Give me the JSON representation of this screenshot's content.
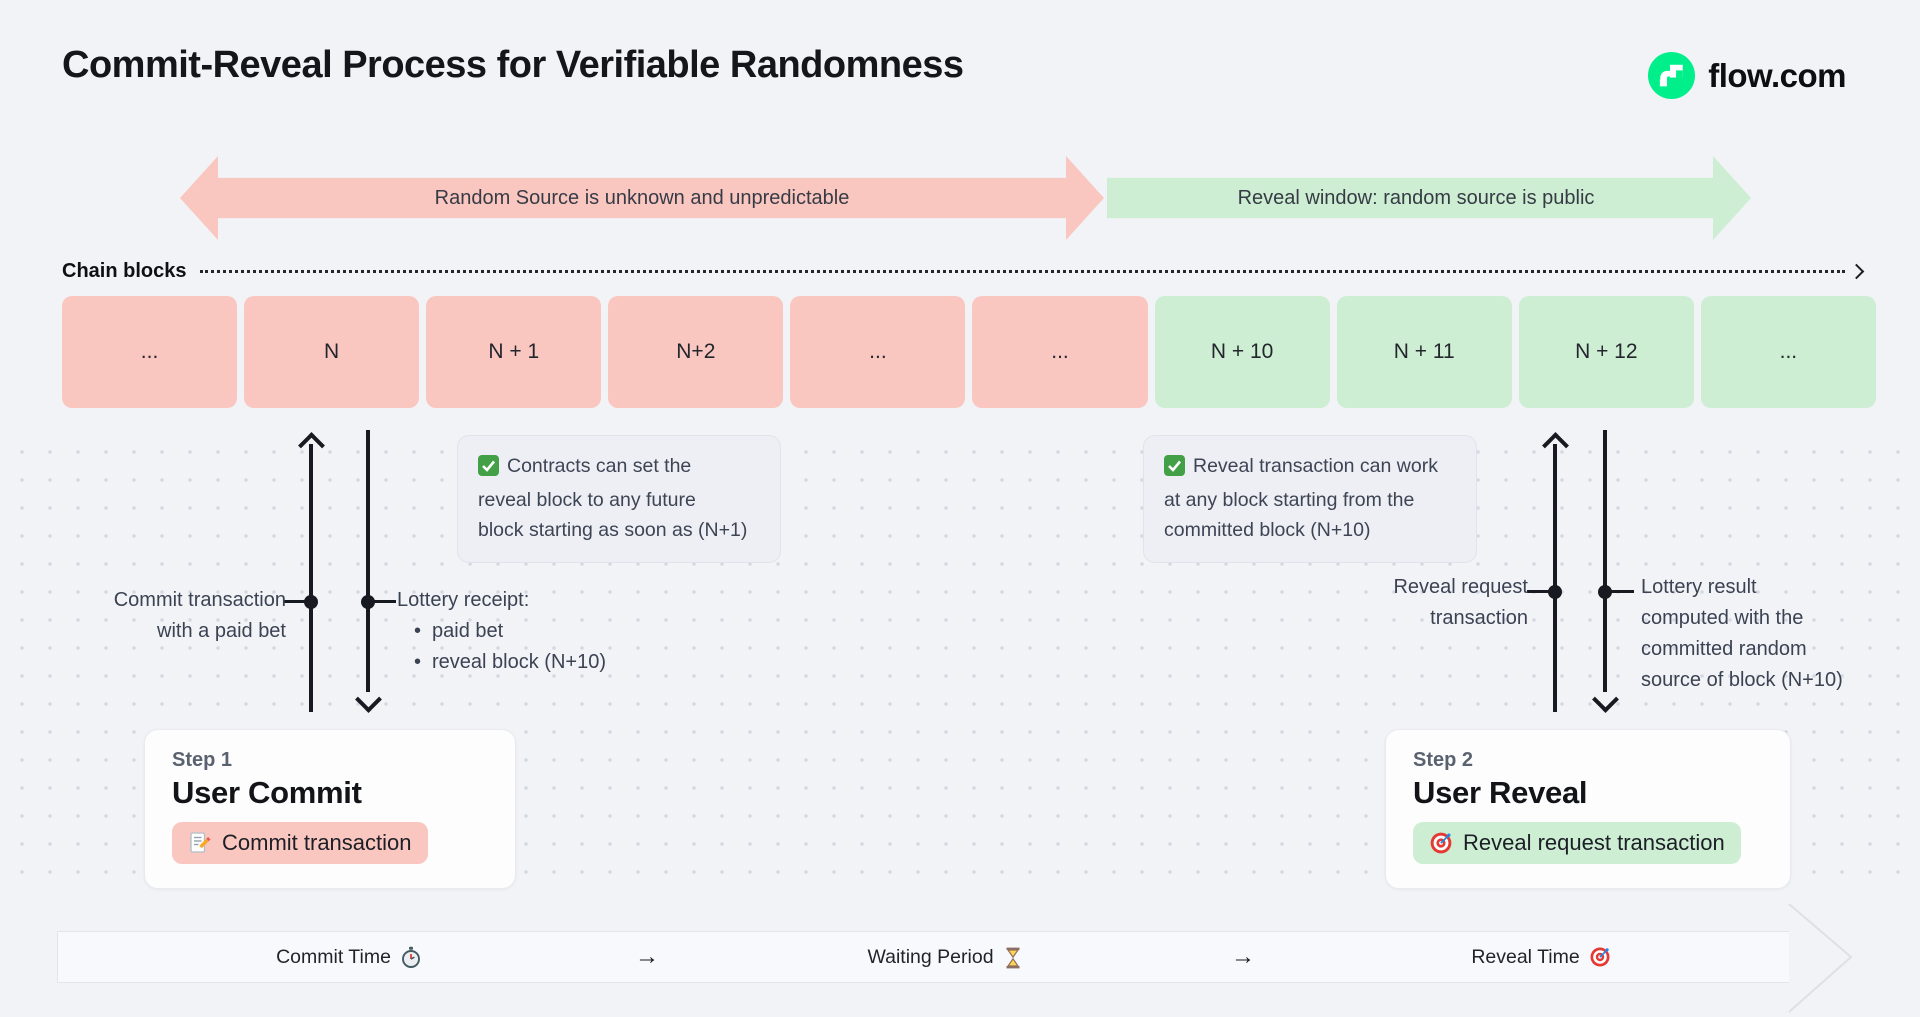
{
  "page": {
    "title": "Commit-Reveal Process for Verifiable Randomness"
  },
  "brand": {
    "name": "flow.com",
    "logo_icon": "flow-logo-icon"
  },
  "colors": {
    "commit_pink": "#fac7c0",
    "reveal_green": "#cdeed3",
    "brand_green": "#00ef8b",
    "ink": "#171a20",
    "slate": "#3b4252"
  },
  "phase_arrows": {
    "unknown": {
      "label": "Random Source is unknown and unpredictable",
      "color": "#fac7c0",
      "direction": "double"
    },
    "reveal": {
      "label": "Reveal window: random source is public",
      "color": "#cdeed3",
      "direction": "right"
    }
  },
  "chain": {
    "label": "Chain blocks",
    "blocks": [
      {
        "label": "...",
        "phase": "commit"
      },
      {
        "label": "N",
        "phase": "commit"
      },
      {
        "label": "N + 1",
        "phase": "commit"
      },
      {
        "label": "N+2",
        "phase": "commit"
      },
      {
        "label": "...",
        "phase": "commit"
      },
      {
        "label": "...",
        "phase": "commit"
      },
      {
        "label": "N + 10",
        "phase": "reveal"
      },
      {
        "label": "N + 11",
        "phase": "reveal"
      },
      {
        "label": "N + 12",
        "phase": "reveal"
      },
      {
        "label": "...",
        "phase": "reveal"
      }
    ]
  },
  "callouts": [
    {
      "icon": "check-icon",
      "lines": [
        "Contracts can set the",
        "reveal block to any future",
        "block starting as soon as (N+1)"
      ]
    },
    {
      "icon": "check-icon",
      "lines": [
        "Reveal transaction can work",
        "at any block starting from the",
        "committed block (N+10)"
      ]
    }
  ],
  "annotations": {
    "commit_tx": {
      "lines": [
        "Commit transaction",
        "with a paid bet"
      ]
    },
    "lottery_receipt": {
      "title": "Lottery receipt:",
      "bullet": "•",
      "items": [
        "paid bet",
        "reveal block (N+10)"
      ]
    },
    "reveal_tx": {
      "lines": [
        "Reveal request",
        "transaction"
      ]
    },
    "lottery_result": {
      "lines": [
        "Lottery result",
        "computed with the",
        "committed random",
        "source of block (N+10)"
      ]
    }
  },
  "steps": [
    {
      "kicker": "Step 1",
      "title": "User Commit",
      "button": {
        "icon": "memo-icon",
        "label": "Commit transaction",
        "color": "#fac7c0"
      }
    },
    {
      "kicker": "Step 2",
      "title": "User Reveal",
      "button": {
        "icon": "target-icon",
        "label": "Reveal request transaction",
        "color": "#cdeed3"
      }
    }
  ],
  "timeline": {
    "items": [
      {
        "label": "Commit Time",
        "icon": "stopwatch-icon"
      },
      {
        "label": "→",
        "icon": "arrow-right-icon"
      },
      {
        "label": "Waiting Period",
        "icon": "hourglass-icon"
      },
      {
        "label": "→",
        "icon": "arrow-right-icon"
      },
      {
        "label": "Reveal Time",
        "icon": "target-icon"
      }
    ]
  }
}
